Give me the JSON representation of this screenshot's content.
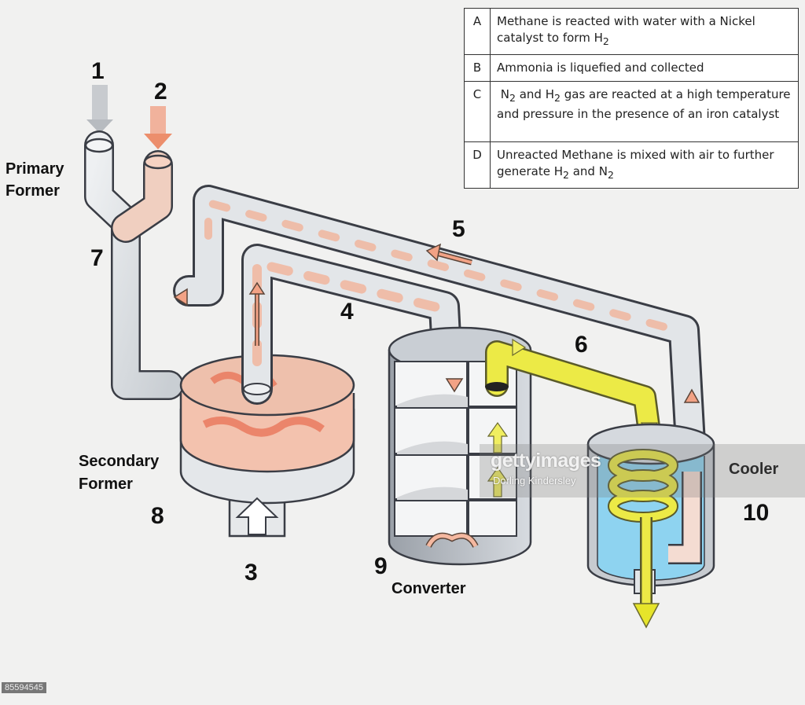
{
  "legend": [
    {
      "key": "A",
      "text": "Methane is reacted with water with a Nickel catalyst to form H",
      "sub": "2",
      "tail": ""
    },
    {
      "key": "B",
      "text": "Ammonia is liquefied and collected",
      "sub": "",
      "tail": ""
    },
    {
      "key": "C",
      "parts": [
        "N",
        "2",
        " and H",
        "2",
        " gas are reacted at a high temperature and pressure in the presence of an iron catalyst"
      ]
    },
    {
      "key": "D",
      "text": "Unreacted Methane is mixed with air  to further generate H",
      "sub": "2",
      "tail": " and N",
      "sub2": "2"
    }
  ],
  "labels": {
    "n1": "1",
    "n2": "2",
    "n3": "3",
    "n4": "4",
    "n5": "5",
    "n6": "6",
    "n7": "7",
    "n8": "8",
    "n9": "9",
    "n10": "10",
    "primary_1": "Primary",
    "primary_2": "Former",
    "secondary_1": "Secondary",
    "secondary_2": "Former",
    "converter": "Converter",
    "cooler": "Cooler"
  },
  "watermark": {
    "brand": "gettyimages",
    "credit": "Dorling Kindersley"
  },
  "stock_id": "85594545",
  "colors": {
    "pipe": "#dde1e4",
    "hot": "#e8825e",
    "product": "#e6e42a",
    "water": "#8ed3f0",
    "outline": "#3a3d45"
  }
}
